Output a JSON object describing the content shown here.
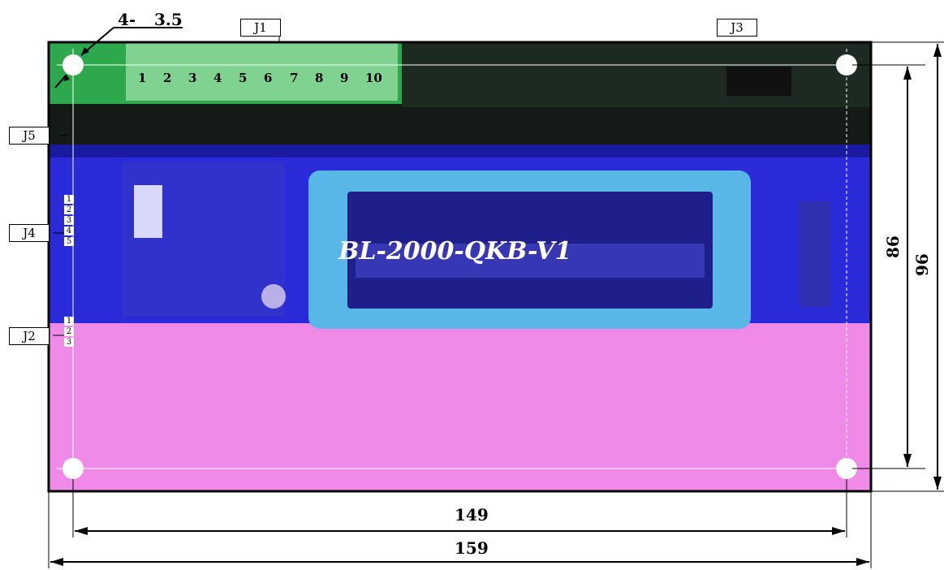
{
  "title": "BL-2000-QKB-V1",
  "hole_note": {
    "count": "4-",
    "size": "3.5"
  },
  "connectors": {
    "j1": "J1",
    "j3": "J3",
    "j5": "J5",
    "j4": "J4",
    "j2": "J2"
  },
  "j1_pins": [
    "1",
    "2",
    "3",
    "4",
    "5",
    "6",
    "7",
    "8",
    "9",
    "10"
  ],
  "j4_pins": [
    "1",
    "2",
    "3",
    "4",
    "5"
  ],
  "j2_pins": [
    "1",
    "2",
    "3"
  ],
  "dimensions": {
    "width_outer": "159",
    "width_holes": "149",
    "height_outer": "96",
    "height_holes": "86"
  },
  "colors": {
    "board_green": "#2ea84c",
    "panel_blue": "#2a2ad8",
    "panel_pink": "#f08ae8",
    "lcd_frame": "#59b7e8",
    "lcd_screen": "#1f1f8c"
  }
}
